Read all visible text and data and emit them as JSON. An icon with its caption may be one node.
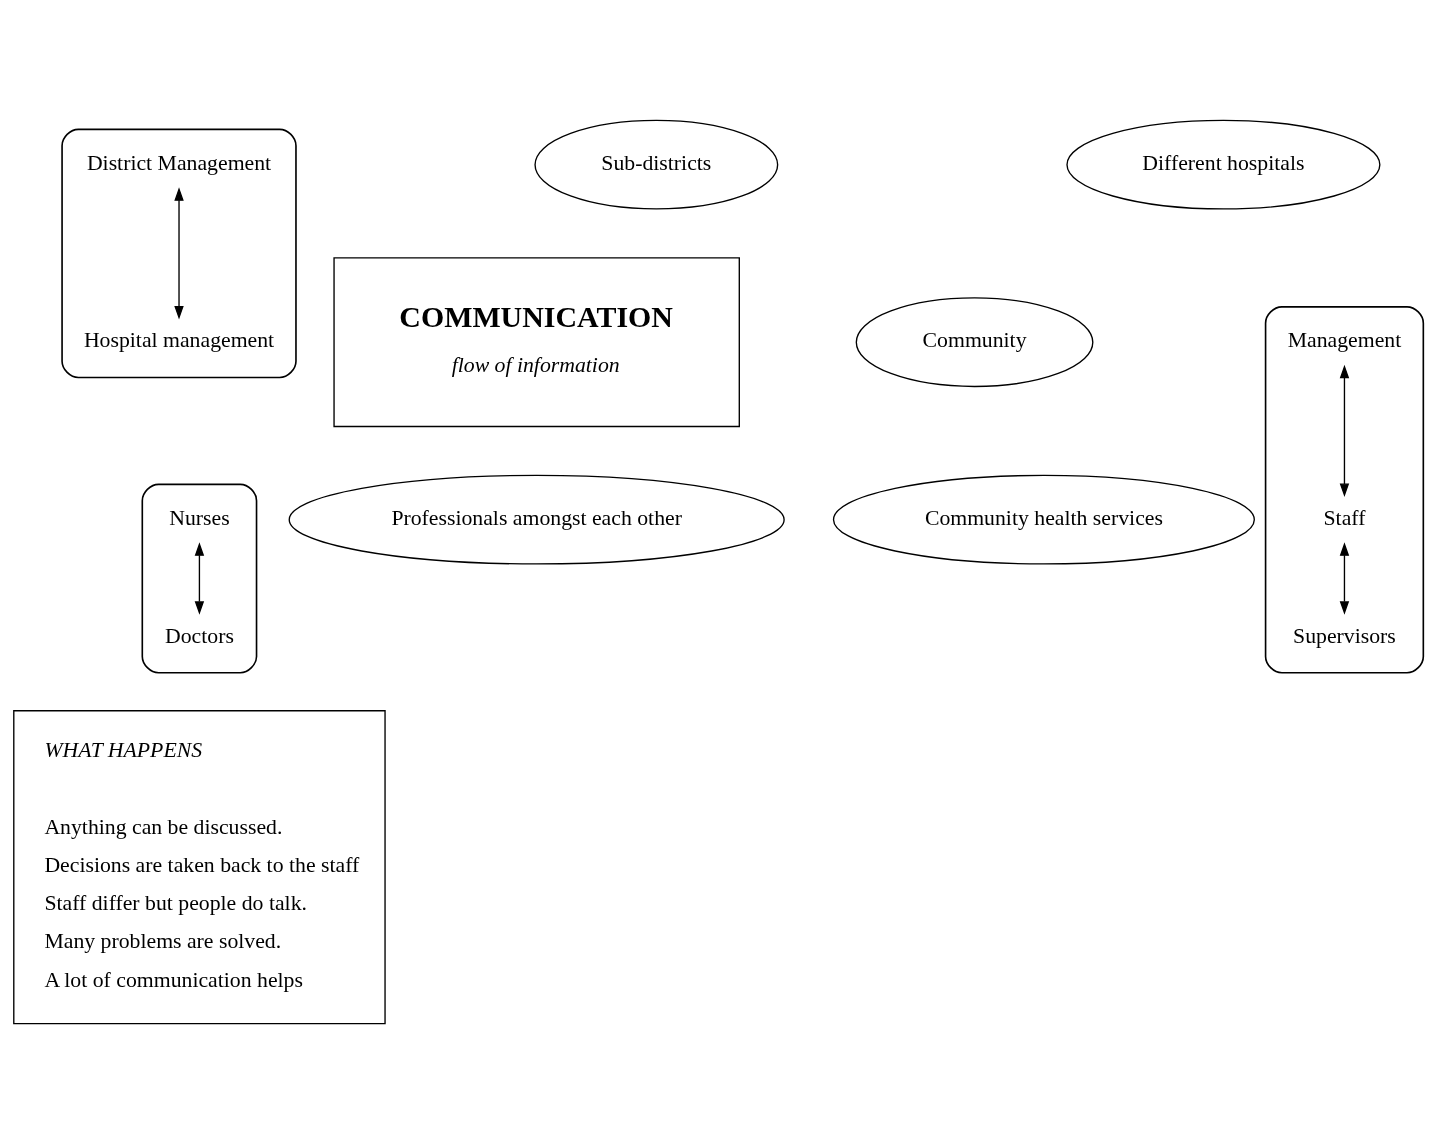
{
  "diagram": {
    "nodes": [
      {
        "text": [],
        "shape": "ellipse"
      },
      {
        "text": [
          "District Management"
        ],
        "in": 0
      },
      {
        "text": [
          "Hospital management"
        ],
        "in": 0
      },
      {
        "text": [
          "Sub-districts"
        ]
      },
      {
        "text": [
          "Different hospitals"
        ]
      },
      {
        "text": [
          "COMMUNICATION",
          "flow of information"
        ]
      },
      {
        "text": [
          "Community"
        ]
      },
      {
        "text": [],
        "shape": "ellipse"
      },
      {
        "text": [
          "Management"
        ],
        "in": 7
      },
      {
        "text": [
          "Staff"
        ],
        "in": 7
      },
      {
        "text": [
          "Supervisors"
        ],
        "in": 7
      },
      {
        "text": [
          "Community health services"
        ]
      },
      {
        "text": [],
        "shape": "ellipse"
      },
      {
        "text": [
          "Nurses"
        ],
        "in": 12
      },
      {
        "text": [
          "Doctors"
        ],
        "in": 12
      },
      {
        "text": [
          "Professionals amongst each other"
        ]
      },
      {
        "text": [
          "WHAT HAPPENS",
          "Anything can be discussed.",
          "Decisions are taken back to the staff",
          "Staff differ but people do talk.",
          "Many problems are solved.",
          "A lot of communication helps"
        ]
      }
    ],
    "edges": [
      {
        "from": 1,
        "to": 2,
        "arrow": "both"
      },
      {
        "from": 8,
        "to": 9,
        "arrow": "both"
      },
      {
        "from": 9,
        "to": 10,
        "arrow": "both"
      },
      {
        "from": 13,
        "to": 14,
        "arrow": "both"
      }
    ]
  }
}
